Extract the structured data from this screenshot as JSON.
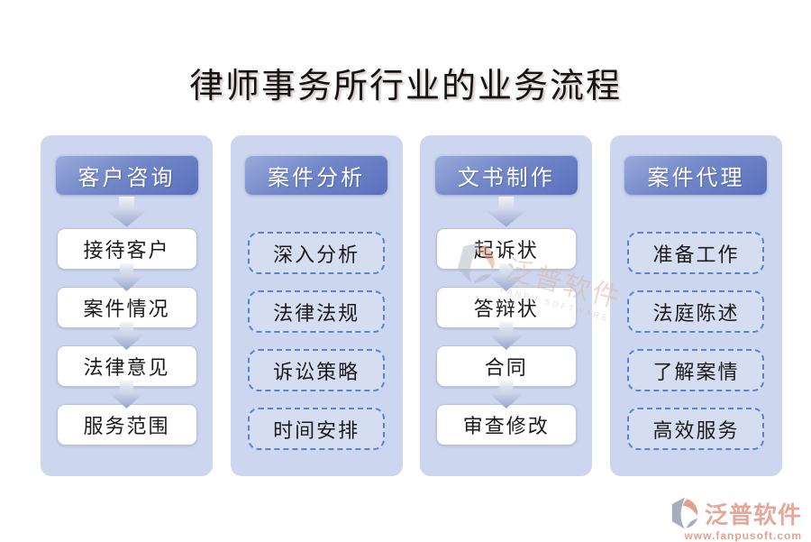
{
  "title": "律师事务所行业的业务流程",
  "columns": [
    {
      "header": "客户咨询",
      "style": "solid",
      "items": [
        "接待客户",
        "案件情况",
        "法律意见",
        "服务范围"
      ]
    },
    {
      "header": "案件分析",
      "style": "dashed",
      "items": [
        "深入分析",
        "法律法规",
        "诉讼策略",
        "时间安排"
      ]
    },
    {
      "header": "文书制作",
      "style": "solid",
      "items": [
        "起诉状",
        "答辩状",
        "合同",
        "审查修改"
      ]
    },
    {
      "header": "案件代理",
      "style": "dashed",
      "items": [
        "准备工作",
        "法庭陈述",
        "了解案情",
        "高效服务"
      ]
    }
  ],
  "watermark": {
    "name": "泛普软件",
    "subtitle": "FANPU SOFTWARE"
  },
  "footer_logo": {
    "name": "泛普软件",
    "url": "www.fanpusoft.com"
  },
  "colors": {
    "panel_bg": "#ccd6ee",
    "header_gradient_top": "#9aaadb",
    "header_gradient_bottom": "#5a70bd",
    "dashed_border": "#5584d4",
    "arrow": "#97a6cc",
    "logo_salmon": "#e0998a",
    "step_text": "#1b1b1b"
  }
}
